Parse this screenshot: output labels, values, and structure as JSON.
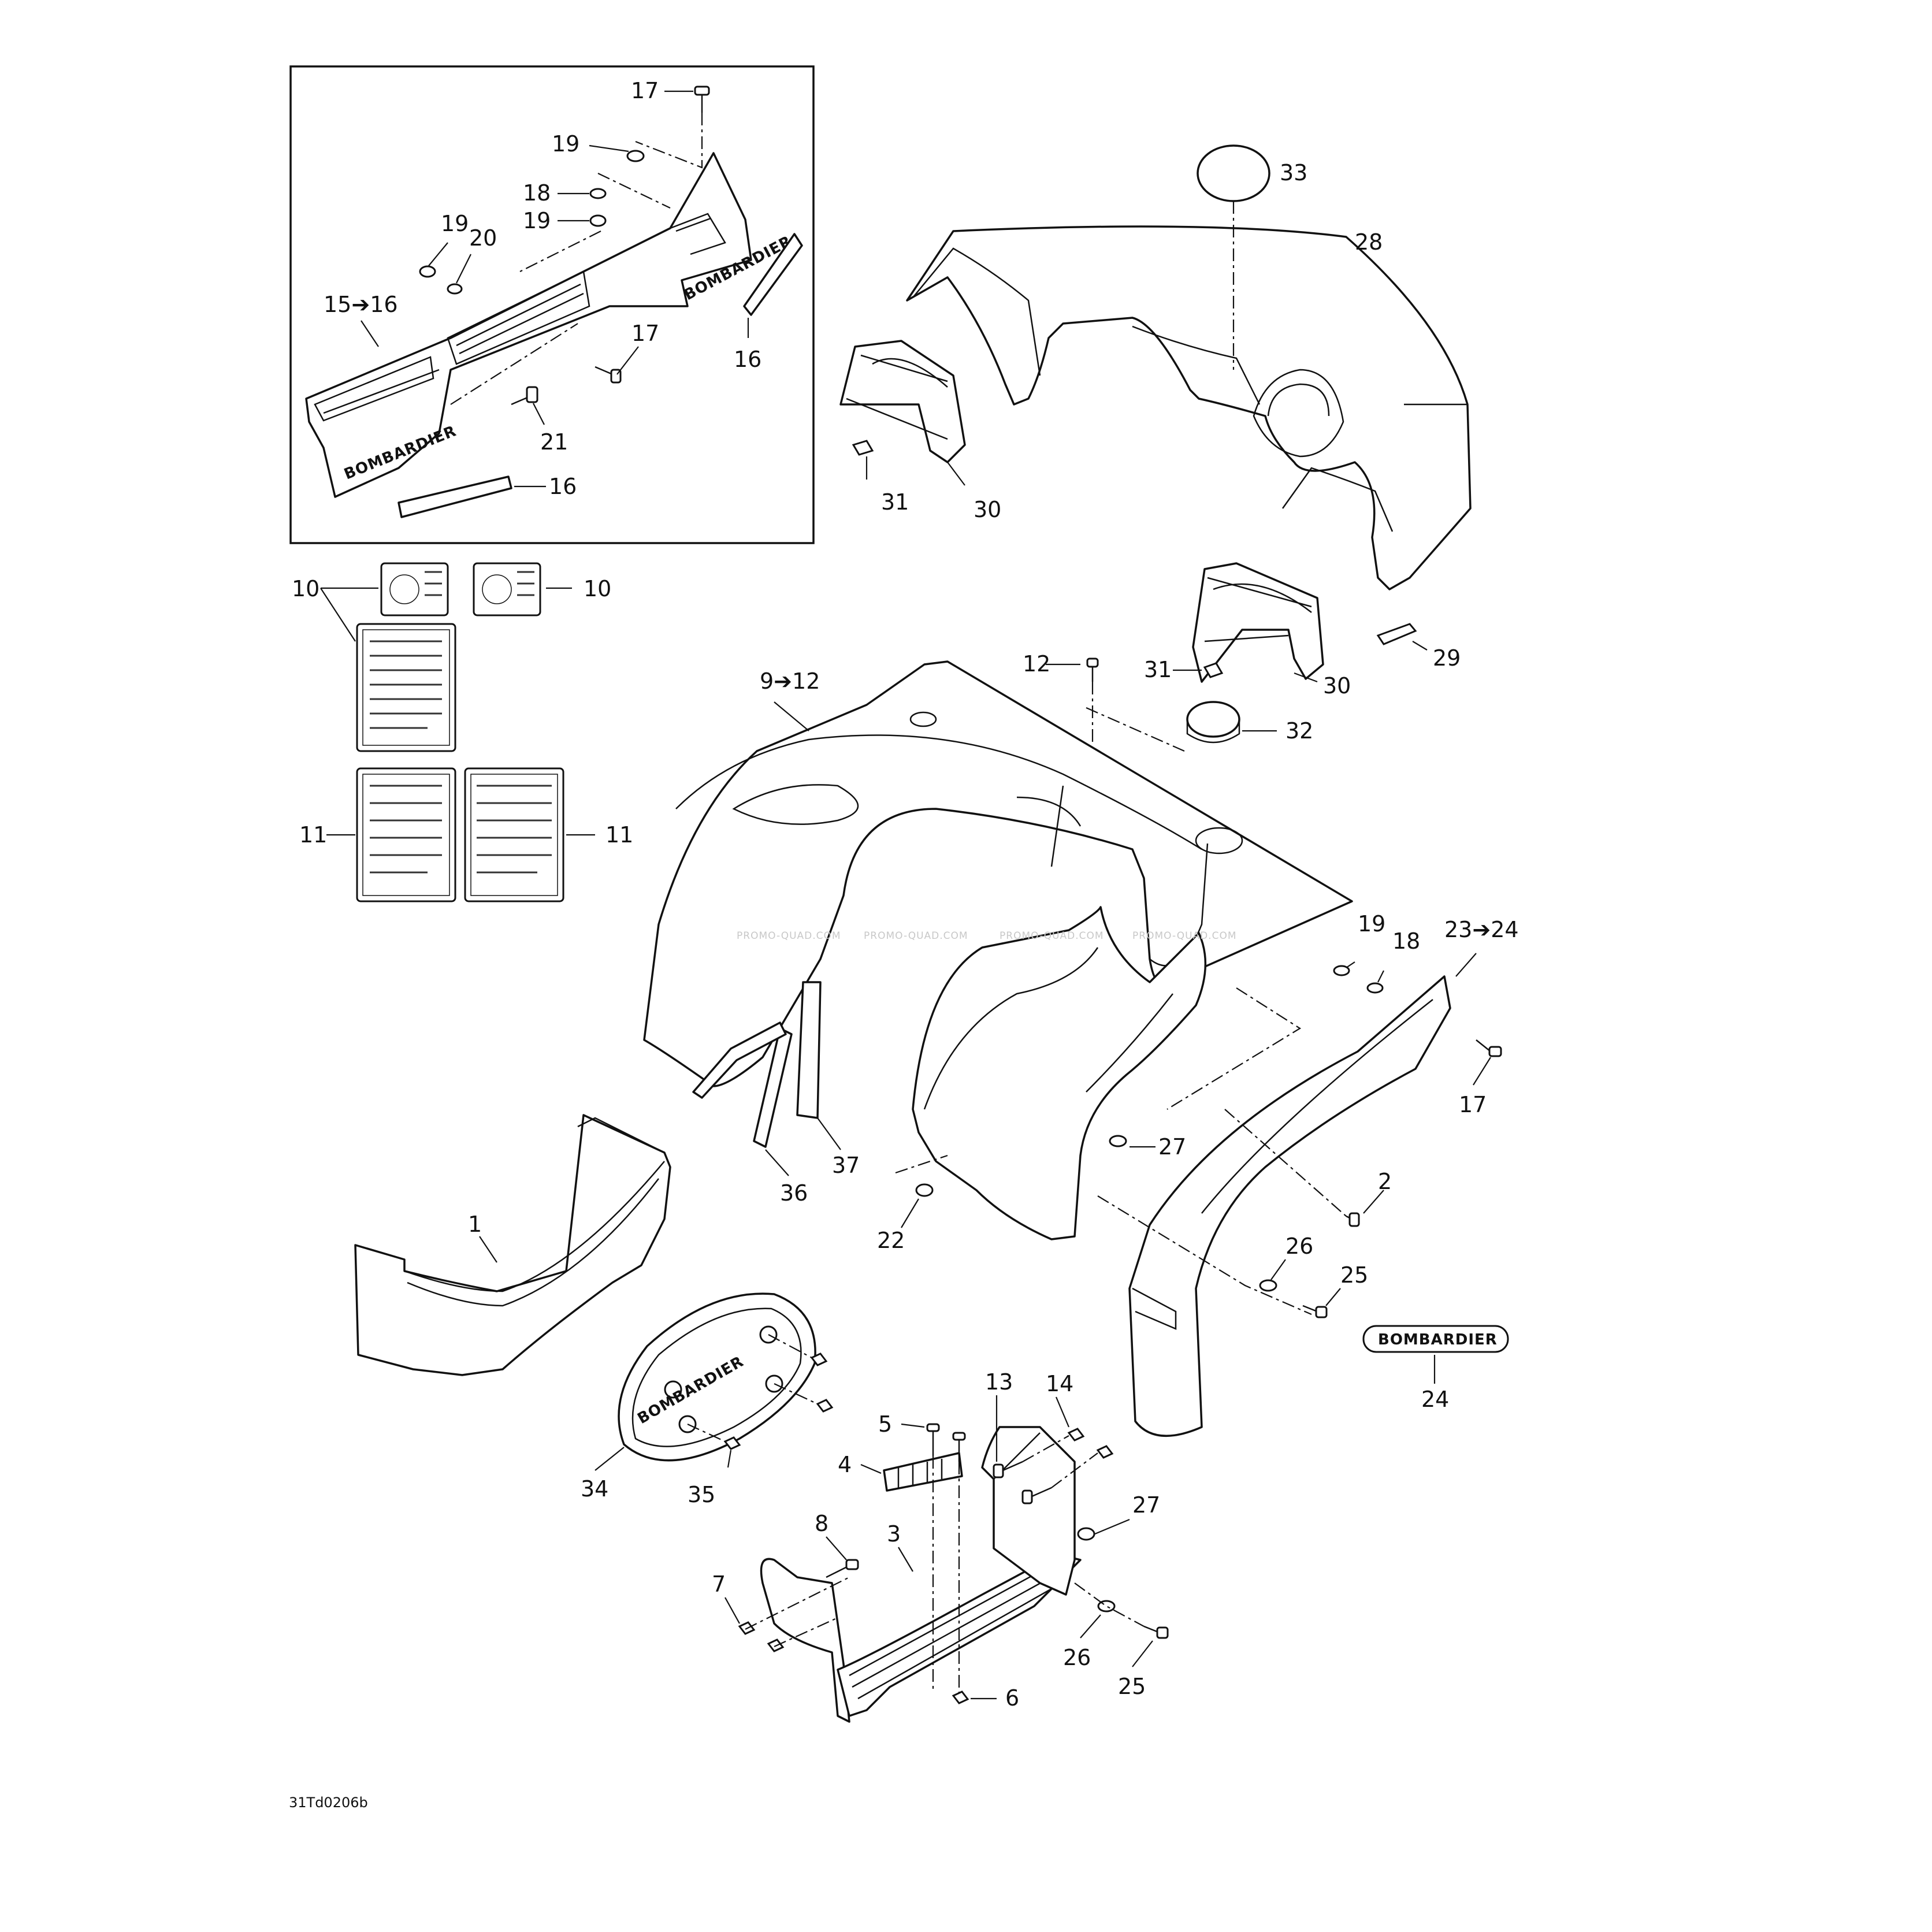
{
  "figure_code": "31Td0206b",
  "watermark": "PROMO-QUAD.COM",
  "brand_decal_text": "BOMBARDIER",
  "callouts": {
    "inset_17_top": "17",
    "inset_19_top": "19",
    "inset_18": "18",
    "inset_19_mid": "19",
    "inset_19_left": "19",
    "inset_20": "20",
    "inset_15_16": "15➔16",
    "inset_17_mid": "17",
    "inset_16_right": "16",
    "inset_21": "21",
    "inset_16_bottom": "16",
    "p33": "33",
    "p28": "28",
    "p31_left": "31",
    "p30_left": "30",
    "p10_left": "10",
    "p10_right": "10",
    "p11_left": "11",
    "p11_right": "11",
    "p9_12": "9➔12",
    "p12": "12",
    "p31_right": "31",
    "p30_right": "30",
    "p29": "29",
    "p32": "32",
    "p19": "19",
    "p18": "18",
    "p23_24": "23➔24",
    "p17": "17",
    "p27_upper": "27",
    "p37": "37",
    "p36": "36",
    "p22": "22",
    "p2": "2",
    "p26_upper": "26",
    "p25_upper": "25",
    "p24": "24",
    "p1": "1",
    "p34": "34",
    "p35": "35",
    "p13": "13",
    "p14": "14",
    "p5": "5",
    "p4": "4",
    "p8": "8",
    "p3": "3",
    "p7": "7",
    "p27_lower": "27",
    "p26_lower": "26",
    "p25_lower": "25",
    "p6": "6"
  }
}
